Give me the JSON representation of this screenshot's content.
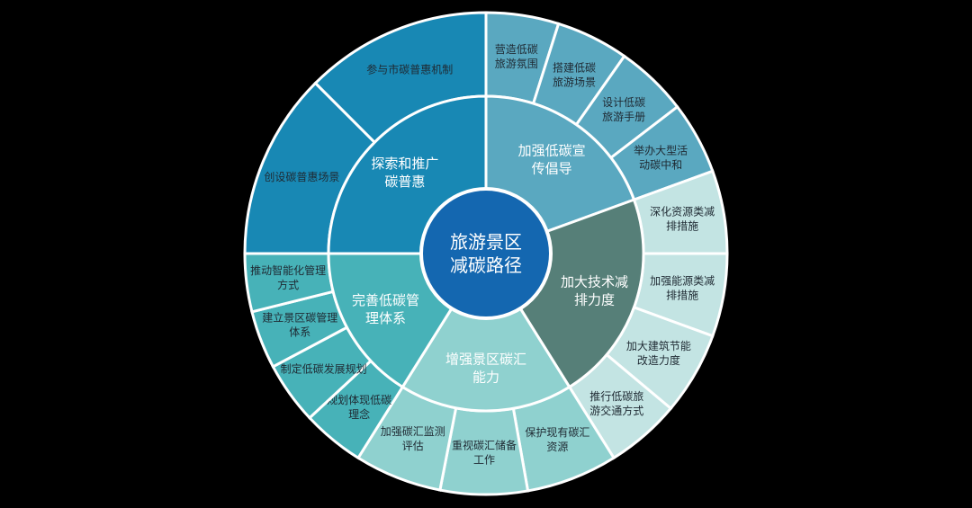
{
  "center": {
    "lines": [
      "旅游景区",
      "减碳路径"
    ],
    "color": "#1467b0"
  },
  "categories": [
    {
      "key": "explore",
      "lines": [
        "探索和推广",
        "碳普惠"
      ],
      "color": "#1888b4",
      "outer_color": "#1888b4",
      "children": [
        {
          "lines": [
            "创设碳普惠场景"
          ]
        },
        {
          "lines": [
            "参与市碳普惠机制"
          ]
        }
      ]
    },
    {
      "key": "promote",
      "lines": [
        "加强低碳宣",
        "传倡导"
      ],
      "color": "#5aa8c0",
      "outer_color": "#5aa8c0",
      "children": [
        {
          "lines": [
            "营造低碳",
            "旅游氛围"
          ]
        },
        {
          "lines": [
            "搭建低碳",
            "旅游场景"
          ]
        },
        {
          "lines": [
            "设计低碳",
            "旅游手册"
          ]
        },
        {
          "lines": [
            "举办大型活",
            "动碳中和"
          ]
        }
      ]
    },
    {
      "key": "tech",
      "lines": [
        "加大技术减",
        "排力度"
      ],
      "color": "#567f78",
      "outer_color": "#c3e4e3",
      "children": [
        {
          "lines": [
            "深化资源类减",
            "排措施"
          ]
        },
        {
          "lines": [
            "加强能源类减",
            "排措施"
          ]
        },
        {
          "lines": [
            "加大建筑节能",
            "改造力度"
          ]
        },
        {
          "lines": [
            "推行低碳旅",
            "游交通方式"
          ]
        }
      ]
    },
    {
      "key": "sink",
      "lines": [
        "增强景区碳汇",
        "能力"
      ],
      "color": "#8fd1cf",
      "outer_color": "#8fd1cf",
      "children": [
        {
          "lines": [
            "保护现有碳汇",
            "资源"
          ]
        },
        {
          "lines": [
            "重视碳汇储备",
            "工作"
          ]
        },
        {
          "lines": [
            "加强碳汇监测",
            "评估"
          ]
        }
      ]
    },
    {
      "key": "manage",
      "lines": [
        "完善低碳管",
        "理体系"
      ],
      "color": "#47b2b8",
      "outer_color": "#47b2b8",
      "children": [
        {
          "lines": [
            "规划体现低碳",
            "理念"
          ]
        },
        {
          "lines": [
            "制定低碳发展规划"
          ]
        },
        {
          "lines": [
            "建立景区碳管理",
            "体系"
          ]
        },
        {
          "lines": [
            "推动智能化管理",
            "方式"
          ]
        }
      ]
    }
  ]
}
